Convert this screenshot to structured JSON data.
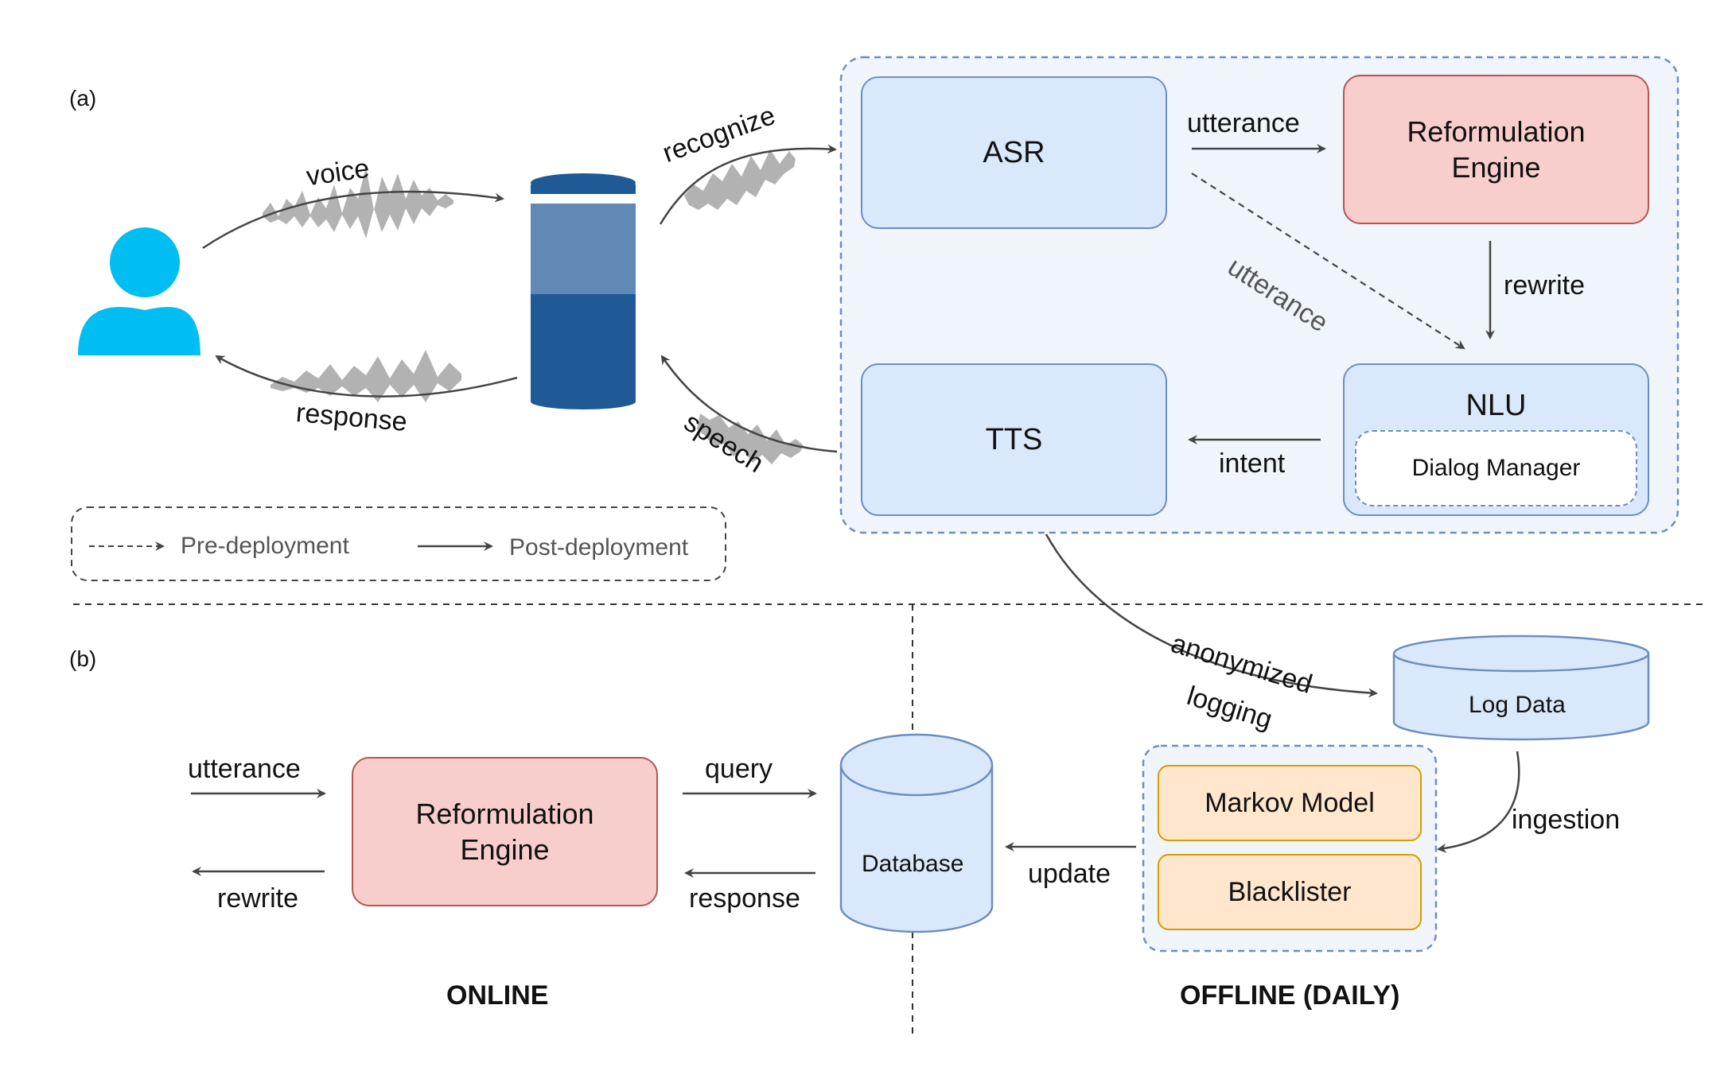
{
  "panel_a": {
    "label": "(a)",
    "asr": "ASR",
    "reform_top_line1": "Reformulation",
    "reform_top_line2": "Engine",
    "nlu": "NLU",
    "dialog_manager": "Dialog Manager",
    "tts": "TTS",
    "edges": {
      "voice": "voice",
      "response": "response",
      "recognize": "recognize",
      "speech": "speech",
      "utterance": "utterance",
      "utterance_dashed": "utterance",
      "rewrite": "rewrite",
      "intent": "intent",
      "anonymized": "anonymized",
      "logging": "logging"
    },
    "legend": {
      "pre": "Pre-deployment",
      "post": "Post-deployment"
    }
  },
  "panel_b": {
    "label": "(b)",
    "reform_line1": "Reformulation",
    "reform_line2": "Engine",
    "database": "Database",
    "log_data": "Log Data",
    "markov": "Markov Model",
    "blacklister": "Blacklister",
    "edges": {
      "utterance": "utterance",
      "rewrite": "rewrite",
      "query": "query",
      "response": "response",
      "update": "update",
      "ingestion": "ingestion"
    },
    "online": "ONLINE",
    "offline": "OFFLINE (DAILY)"
  },
  "colors": {
    "box_blue_fill": "#dae8fc",
    "box_blue_stroke": "#6c8ebf",
    "box_red_fill": "#f8cecc",
    "box_red_stroke": "#b85450",
    "box_orange_fill": "#ffe6cc",
    "box_orange_stroke": "#d79b00",
    "user_icon": "#00bef2",
    "device_body": "#1f5a96",
    "arrow": "#444444"
  },
  "icons": {
    "user": "user-silhouette-icon",
    "device": "smart-speaker-icon",
    "waveform": "audio-waveform-icon"
  }
}
